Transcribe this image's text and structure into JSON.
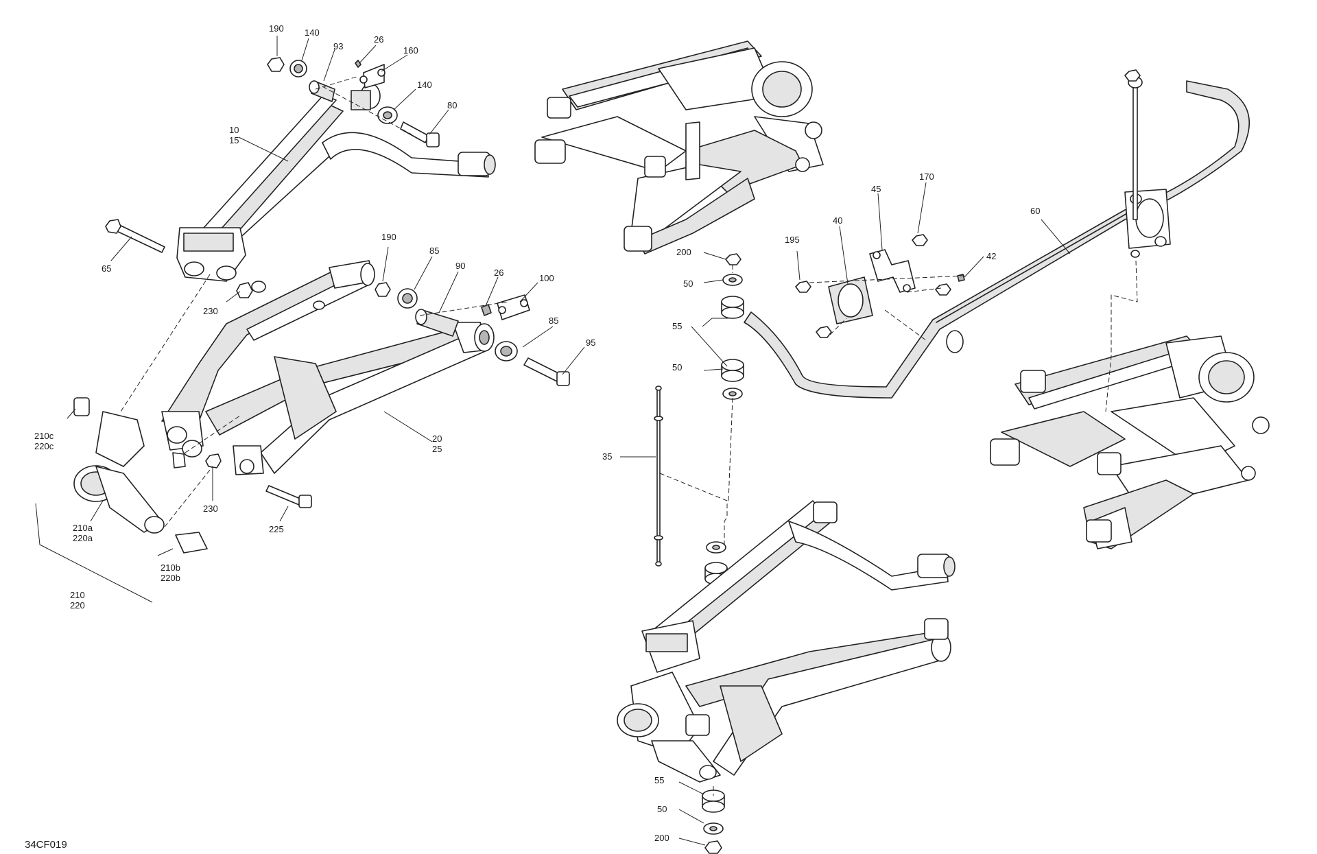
{
  "drawing_code": "34CF019",
  "callouts": [
    {
      "id": "c190a",
      "lines": [
        "190"
      ]
    },
    {
      "id": "c140a",
      "lines": [
        "140"
      ]
    },
    {
      "id": "c93",
      "lines": [
        "93"
      ]
    },
    {
      "id": "c26a",
      "lines": [
        "26"
      ]
    },
    {
      "id": "c160",
      "lines": [
        "160"
      ]
    },
    {
      "id": "c140b",
      "lines": [
        "140"
      ]
    },
    {
      "id": "c80",
      "lines": [
        "80"
      ]
    },
    {
      "id": "c10",
      "lines": [
        "10",
        "15"
      ]
    },
    {
      "id": "c65",
      "lines": [
        "65"
      ]
    },
    {
      "id": "c230a",
      "lines": [
        "230"
      ]
    },
    {
      "id": "c190b",
      "lines": [
        "190"
      ]
    },
    {
      "id": "c85a",
      "lines": [
        "85"
      ]
    },
    {
      "id": "c90",
      "lines": [
        "90"
      ]
    },
    {
      "id": "c26b",
      "lines": [
        "26"
      ]
    },
    {
      "id": "c100",
      "lines": [
        "100"
      ]
    },
    {
      "id": "c85b",
      "lines": [
        "85"
      ]
    },
    {
      "id": "c95",
      "lines": [
        "95"
      ]
    },
    {
      "id": "c20",
      "lines": [
        "20",
        "25"
      ]
    },
    {
      "id": "c210c",
      "lines": [
        "210c",
        "220c"
      ]
    },
    {
      "id": "c230b",
      "lines": [
        "230"
      ]
    },
    {
      "id": "c225",
      "lines": [
        "225"
      ]
    },
    {
      "id": "c210a",
      "lines": [
        "210a",
        "220a"
      ]
    },
    {
      "id": "c210b",
      "lines": [
        "210b",
        "220b"
      ]
    },
    {
      "id": "c210",
      "lines": [
        "210",
        "220"
      ]
    },
    {
      "id": "c200a",
      "lines": [
        "200"
      ]
    },
    {
      "id": "c50a",
      "lines": [
        "50"
      ]
    },
    {
      "id": "c55a",
      "lines": [
        "55"
      ]
    },
    {
      "id": "c50b",
      "lines": [
        "50"
      ]
    },
    {
      "id": "c35",
      "lines": [
        "35"
      ]
    },
    {
      "id": "c195",
      "lines": [
        "195"
      ]
    },
    {
      "id": "c40",
      "lines": [
        "40"
      ]
    },
    {
      "id": "c45",
      "lines": [
        "45"
      ]
    },
    {
      "id": "c170",
      "lines": [
        "170"
      ]
    },
    {
      "id": "c42",
      "lines": [
        "42"
      ]
    },
    {
      "id": "c60",
      "lines": [
        "60"
      ]
    },
    {
      "id": "c55b",
      "lines": [
        "55"
      ]
    },
    {
      "id": "c50c",
      "lines": [
        "50"
      ]
    },
    {
      "id": "c200b",
      "lines": [
        "200"
      ]
    }
  ]
}
